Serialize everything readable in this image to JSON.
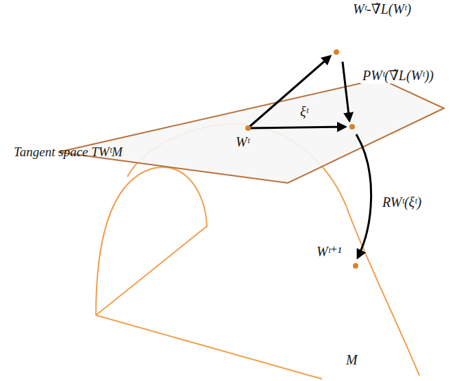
{
  "diagram": {
    "labels": [
      "Wᵗ-∇̃L(Wᵗ)",
      "PWᵗ(∇̃L(Wᵗ))",
      "ξᵗ",
      "Wᵗ",
      "Tangent space TWᵗM",
      "RWᵗ(ξᵗ)",
      "Wᵗ⁺¹",
      "M"
    ]
  }
}
